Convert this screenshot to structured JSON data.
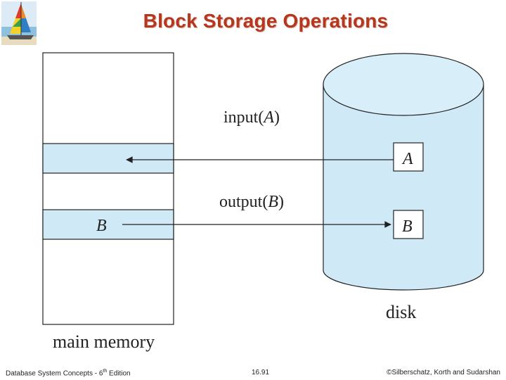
{
  "title": "Block Storage Operations",
  "diagram": {
    "input_label": {
      "prefix": "input(",
      "var": "A",
      "suffix": ")"
    },
    "output_label": {
      "prefix": "output(",
      "var": "B",
      "suffix": ")"
    },
    "memory_block_b": "B",
    "disk_block_a": "A",
    "disk_block_b": "B",
    "disk_label": "disk",
    "memory_label": "main memory"
  },
  "colors": {
    "title": "#b5381e",
    "block_fill": "#cfeaf6",
    "disk_fill": "#cfeaf6",
    "stroke": "#222222"
  },
  "footer": {
    "left_prefix": "Database System Concepts - 6",
    "left_sup": "th",
    "left_suffix": " Edition",
    "center": "16.91",
    "right": "©Silberschatz, Korth and Sudarshan"
  }
}
